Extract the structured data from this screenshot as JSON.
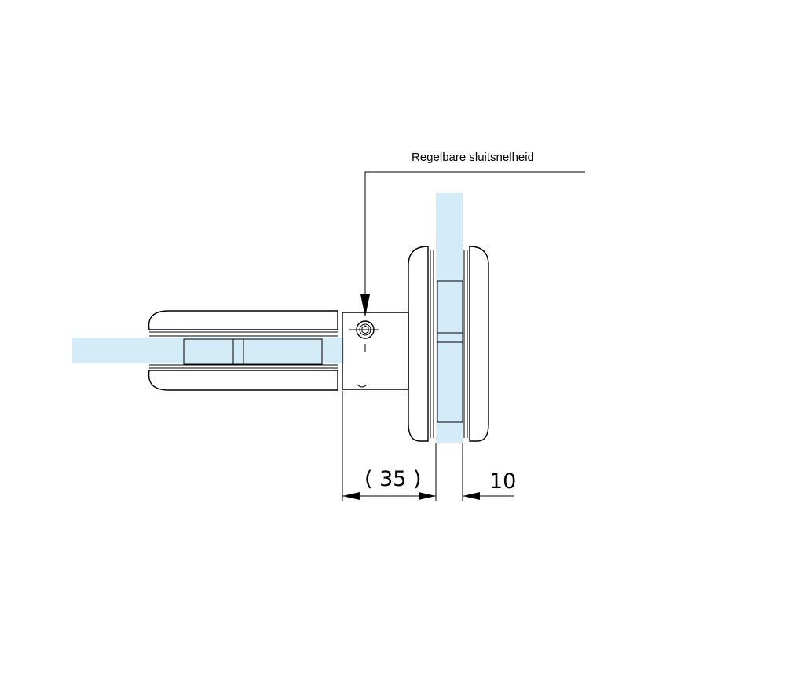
{
  "colors": {
    "glass": "#d4ebf8",
    "line": "#000000",
    "background": "#ffffff"
  },
  "annotation": {
    "label": "Regelbare sluitsnelheid"
  },
  "dimensions": {
    "offset": "( 35 )",
    "glass_thickness": "10"
  }
}
